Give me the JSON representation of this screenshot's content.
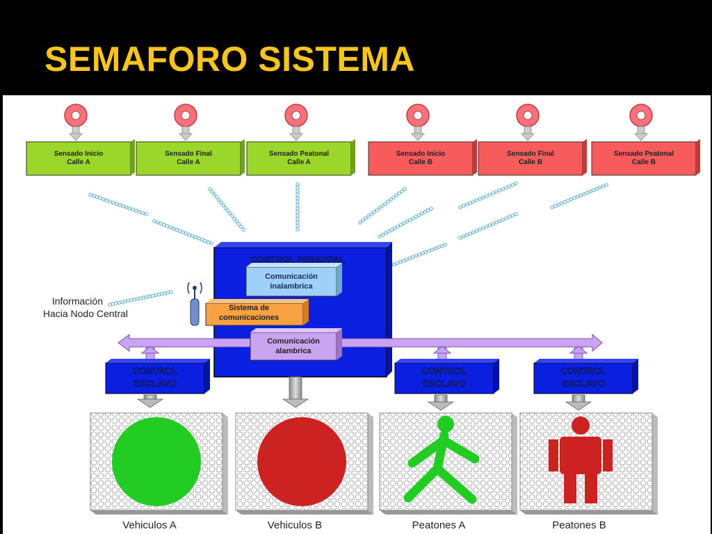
{
  "slide": {
    "title": "SEMAFORO SISTEMA"
  },
  "sensors": [
    {
      "line1": "Sensado Inicio",
      "line2": "Calle A",
      "color": "#9bd62b"
    },
    {
      "line1": "Sensado Final",
      "line2": "Calle A",
      "color": "#9bd62b"
    },
    {
      "line1": "Sensado Peatonal",
      "line2": "Calle A",
      "color": "#9bd62b"
    },
    {
      "line1": "Sensado Inicio",
      "line2": "Calle B",
      "color": "#f75b5b"
    },
    {
      "line1": "Sensado Final",
      "line2": "Calle B",
      "color": "#f75b5b"
    },
    {
      "line1": "Sensado Peatonal",
      "line2": "Calle B",
      "color": "#f75b5b"
    }
  ],
  "control_principal": {
    "label": "CONTROL PRINCIPAL",
    "wireless_line1": "Comunicación",
    "wireless_line2": "inalambrica",
    "wired_line1": "Comunicación",
    "wired_line2": "alambrica",
    "system_line1": "Sistema de",
    "system_line2": "comunicaciones"
  },
  "info": {
    "line1": "Información",
    "line2": "Hacia Nodo Central"
  },
  "slaves": [
    {
      "line1": "CONTROL",
      "line2": "ESCLAVO"
    },
    {
      "line1": "CONTROL",
      "line2": "ESCLAVO"
    },
    {
      "line1": "CONTROL",
      "line2": "ESCLAVO"
    }
  ],
  "signals": [
    {
      "label": "Vehiculos A",
      "color": "#22cc22",
      "shape": "circle"
    },
    {
      "label": "Vehiculos B",
      "color": "#cc2222",
      "shape": "circle"
    },
    {
      "label": "Peatones A",
      "color": "#22cc22",
      "shape": "walking-person"
    },
    {
      "label": "Peatones B",
      "color": "#cc2222",
      "shape": "standing-person"
    }
  ],
  "colors": {
    "title": "#f7c51e",
    "control_blue": "#0a1fe0",
    "bus_purple": "#c9a4f0",
    "wireless_dots": "#6fb7d3",
    "system_orange": "#f7a143"
  }
}
